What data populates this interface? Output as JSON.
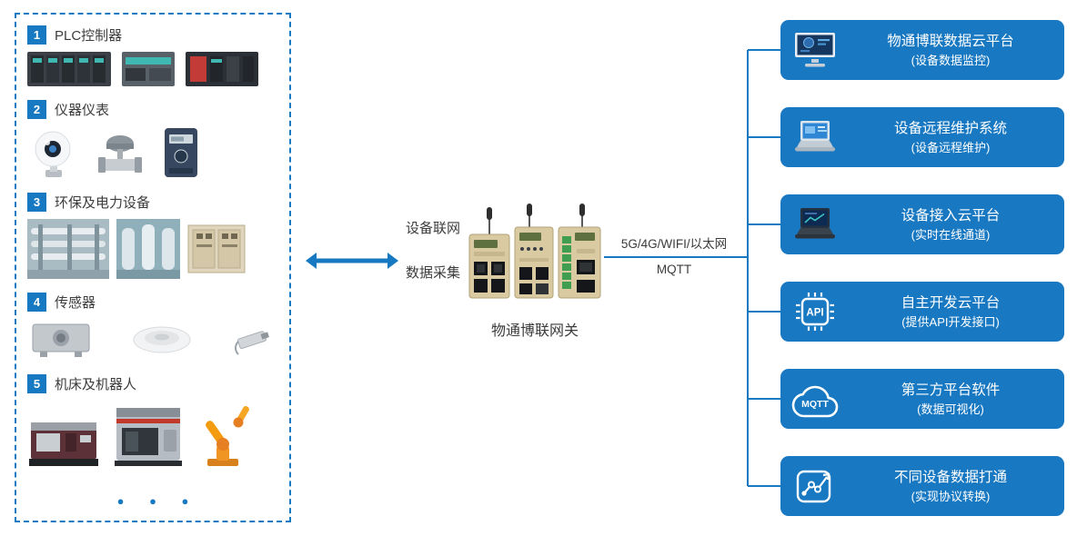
{
  "colors": {
    "primary_blue": "#1779c1",
    "box_blue": "#1878c2",
    "text_dark": "#3c3c3c"
  },
  "left_panel": {
    "categories": [
      {
        "num": "1",
        "label": "PLC控制器"
      },
      {
        "num": "2",
        "label": "仪器仪表"
      },
      {
        "num": "3",
        "label": "环保及电力设备"
      },
      {
        "num": "4",
        "label": "传感器"
      },
      {
        "num": "5",
        "label": "机床及机器人"
      }
    ],
    "more_indicator": "● ● ●"
  },
  "middle": {
    "arrow_label_top": "设备联网",
    "arrow_label_bottom": "数据采集",
    "gateway_label": "物通博联网关",
    "uplink_label_top": "5G/4G/WIFI/以太网",
    "uplink_label_bottom": "MQTT"
  },
  "right_panel": {
    "boxes": [
      {
        "icon": "cloud-platform-monitor-icon",
        "title": "物通博联数据云平台",
        "subtitle": "(设备数据监控)"
      },
      {
        "icon": "remote-maintenance-laptop-icon",
        "title": "设备远程维护系统",
        "subtitle": "(设备远程维护)"
      },
      {
        "icon": "device-access-laptop-icon",
        "title": "设备接入云平台",
        "subtitle": "(实时在线通道)"
      },
      {
        "icon": "api-chip-icon",
        "title": "自主开发云平台",
        "subtitle": "(提供API开发接口)",
        "icon_text": "API"
      },
      {
        "icon": "mqtt-cloud-icon",
        "title": "第三方平台软件",
        "subtitle": "(数据可视化)",
        "icon_text": "MQTT"
      },
      {
        "icon": "protocol-conversion-chart-icon",
        "title": "不同设备数据打通",
        "subtitle": "(实现协议转换)"
      }
    ]
  }
}
